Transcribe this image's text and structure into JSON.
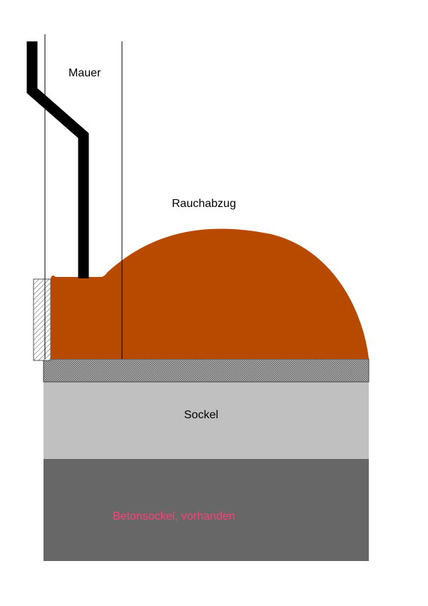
{
  "labels": {
    "wall": "Mauer",
    "chimney": "Rauchabzug",
    "base": "Sockel",
    "concrete": "Betonsockel, vorhanden"
  },
  "colors": {
    "oven": "#b84a00",
    "base": "#c0c0c0",
    "concrete": "#676767",
    "insulation": "#8e8e8e",
    "flue": "#000000",
    "wall_lines": "#000000",
    "label_text": "#000000",
    "concrete_label": "#ff3f7a"
  }
}
